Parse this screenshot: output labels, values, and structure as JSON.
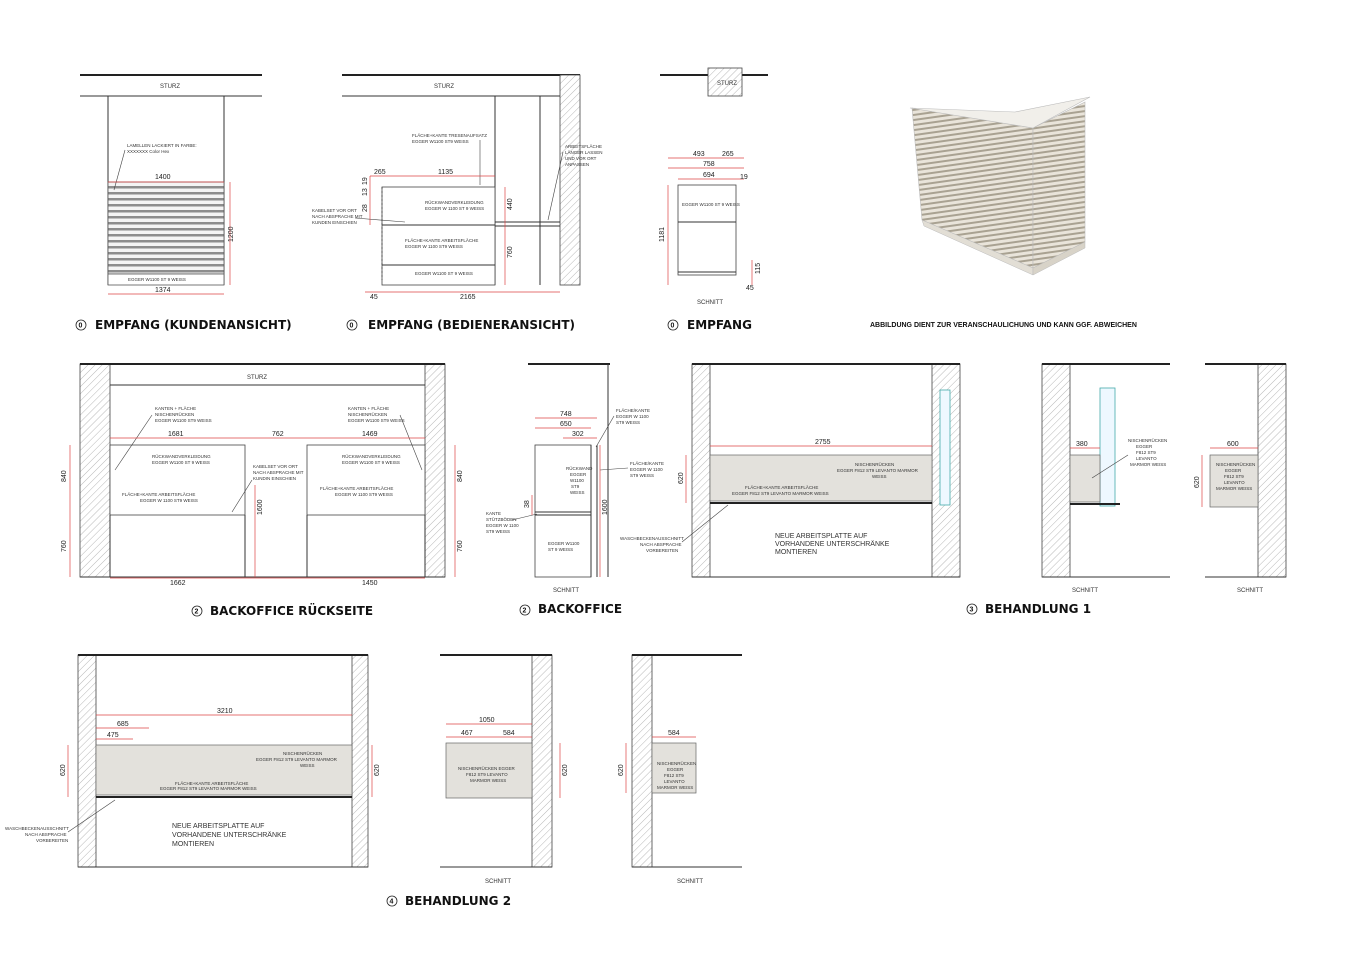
{
  "sheet": {
    "views": {
      "empfang_kunde": {
        "title": "EMPFANG (KUNDENANSICHT)",
        "marker": "0",
        "sturz": "STURZ",
        "note_lamellen": [
          "LAMELLEN LACKIERT IN FARBE:",
          "XXXXXXX Color Hex"
        ],
        "note_base": "EGGER W1100 ST 9 WEISS",
        "dims": {
          "top_width": "1400",
          "bottom_width": "1374",
          "height": "1200"
        }
      },
      "empfang_bediener": {
        "title": "EMPFANG (BEDIENERANSICHT)",
        "marker": "0",
        "sturz": "STURZ",
        "note_top": [
          "FLÄCHE+KANTE TRESENAUFSATZ",
          "EGGER W1100 ST9 WEISS"
        ],
        "note_right": [
          "ARBEITSFLÄCHE",
          "LÄNGER LASSEN",
          "UND VOR ORT",
          "ANPASSEN"
        ],
        "note_back": [
          "RÜCKWANDVERKLEIDUNG",
          "EGGER W 1100 ST 9 WEISS"
        ],
        "note_kabel": [
          "KABELSET VOR ORT",
          "NACH ABSPRACHE MIT",
          "KUNDEN EINSCHIEN"
        ],
        "note_work": [
          "FLÄCHE+KANTE ARBEITSFLÄCHE",
          "EGGER W 1100 ST9 WEISS"
        ],
        "note_base": "EGGER W1100 ST 9 WEISS",
        "dims": {
          "d265": "265",
          "d1135": "1135",
          "d440": "440",
          "d760": "760",
          "d45": "45",
          "d2165": "2165",
          "d28": "28",
          "d13": "13",
          "d19": "19"
        }
      },
      "empfang_schnitt": {
        "title": "EMPFANG",
        "marker": "0",
        "sturz": "STURZ",
        "schnitt": "SCHNITT",
        "note": "EGGER W1100 ST 9 WEISS",
        "dims": {
          "d493": "493",
          "d265": "265",
          "d758": "758",
          "d694": "694",
          "d19": "19",
          "d1181": "1181",
          "d115": "115",
          "d45": "45"
        }
      },
      "render_caption": "ABBILDUNG DIENT ZUR VERANSCHAULICHUNG UND KANN GGF. ABWEICHEN",
      "backoffice_rueck": {
        "title": "BACKOFFICE RÜCKSEITE",
        "marker": "2",
        "sturz": "STURZ",
        "note_left_top": [
          "KANTEN + FLÄCHE",
          "NISCHENRÜCKEN",
          "EGGER W1100 ST9 WEISS"
        ],
        "note_right_top": [
          "KANTEN + FLÄCHE",
          "NISCHENRÜCKEN",
          "EGGER W1100 ST9 WEISS"
        ],
        "note_left_back": [
          "RÜCKWANDVERKLEIDUNG",
          "EGGER W1100 ST 9 WEISS"
        ],
        "note_right_back": [
          "RÜCKWANDVERKLEIDUNG",
          "EGGER W1100 ST 9 WEISS"
        ],
        "note_kabel": [
          "KABELSET VOR ORT",
          "NACH ABSPRACHE MIT",
          "KUNDIN EINSCHIEN"
        ],
        "note_left_work": [
          "FLÄCHE+KANTE ARBEITSFLÄCHE",
          "EGGER W 1100 ST9 WEISS"
        ],
        "note_right_work": [
          "FLÄCHE+KANTE ARBEITSFLÄCHE",
          "EGGER W 1100 ST9 WEISS"
        ],
        "dims": {
          "d1681": "1681",
          "d762": "762",
          "d1469": "1469",
          "d840": "840",
          "d760": "760",
          "d1600": "1600",
          "d1662": "1662",
          "d1450": "1450"
        }
      },
      "backoffice": {
        "title": "BACKOFFICE",
        "marker": "2",
        "schnitt": "SCHNITT",
        "note_top": [
          "FLÄCHE/KANTE",
          "EGGER W 1100",
          "ST9 WEISS"
        ],
        "note_mid": [
          "FLÄCHE/KANTE",
          "EGGER W 1100",
          "ST9 WEISS"
        ],
        "note_left": [
          "KANTE",
          "STÜTZBÖDEN",
          "EGGER W 1100",
          "ST9 WEISS"
        ],
        "note_inner": [
          "RÜCKWAND",
          "EGGER",
          "W1100",
          "ST9",
          "WEISS"
        ],
        "note_base": [
          "EGGER W1100",
          "ST 9 WEISS"
        ],
        "dims": {
          "d748": "748",
          "d650": "650",
          "d302": "302",
          "d38": "38",
          "d1600": "1600"
        }
      },
      "behandlung1": {
        "title": "BEHANDLUNG 1",
        "marker": "3",
        "note_slab": [
          "NISCHENRÜCKEN",
          "EGGER F812 ST9 LEVANTO MARMOR",
          "WEISS"
        ],
        "note_work": "FLÄCHE+KANTE ARBEITSFLÄCHE",
        "note_work2": "EGGER F812 ST9 LEVANTO MARMOR WEISS",
        "note_wasch": [
          "WASCHBECKENAUSSCHNITT",
          "NACH ABSPRACHE",
          "VORBEREITEN"
        ],
        "note_new": [
          "NEUE ARBEITSPLATTE AUF",
          "VORHANDENE UNTERSCHRÄNKE",
          "MONTIEREN"
        ],
        "dims": {
          "d2755": "2755",
          "d620": "620"
        }
      },
      "behandlung1_schnitt_a": {
        "schnitt": "SCHNITT",
        "note": [
          "NISCHENRÜCKEN",
          "EGGER",
          "F812 ST9",
          "LEVANTO",
          "MARMOR WEISS"
        ],
        "dims": {
          "d380": "380"
        }
      },
      "behandlung1_schnitt_b": {
        "schnitt": "SCHNITT",
        "note": [
          "NISCHENRÜCKEN",
          "EGGER",
          "F812 ST9",
          "LEVANTO",
          "MARMOR WEISS"
        ],
        "dims": {
          "d600": "600",
          "d620": "620"
        }
      },
      "behandlung2": {
        "title": "BEHANDLUNG 2",
        "marker": "4",
        "note_slab": [
          "NISCHENRÜCKEN",
          "EGGER F812 ST9 LEVANTO MARMOR",
          "WEISS"
        ],
        "note_work": [
          "FLÄCHE+KANTE ARBEITSFLÄCHE",
          "EGGER F812 ST9 LEVANTO MARMOR WEISS"
        ],
        "note_wasch": [
          "WASCHBECKENAUSSCHNITT",
          "NACH ABSPRACHE",
          "VORBEREITEN"
        ],
        "note_new": [
          "NEUE ARBEITSPLATTE AUF",
          "VORHANDENE UNTERSCHRÄNKE",
          "MONTIEREN"
        ],
        "dims": {
          "d685": "685",
          "d475": "475",
          "d3210": "3210",
          "d620a": "620",
          "d620b": "620"
        }
      },
      "behandlung2_schnitt_a": {
        "schnitt": "SCHNITT",
        "note": [
          "NISCHENRÜCKEN EGGER",
          "F812 ST9 LEVANTO",
          "MARMOR WEISS"
        ],
        "dims": {
          "d1050": "1050",
          "d467": "467",
          "d584": "584",
          "d620": "620"
        }
      },
      "behandlung2_schnitt_b": {
        "schnitt": "SCHNITT",
        "note": [
          "NISCHENRÜCKEN",
          "EGGER",
          "F812 ST9",
          "LEVANTO",
          "MARMOR WEISS"
        ],
        "dims": {
          "d584": "584",
          "d620": "620"
        }
      }
    }
  }
}
